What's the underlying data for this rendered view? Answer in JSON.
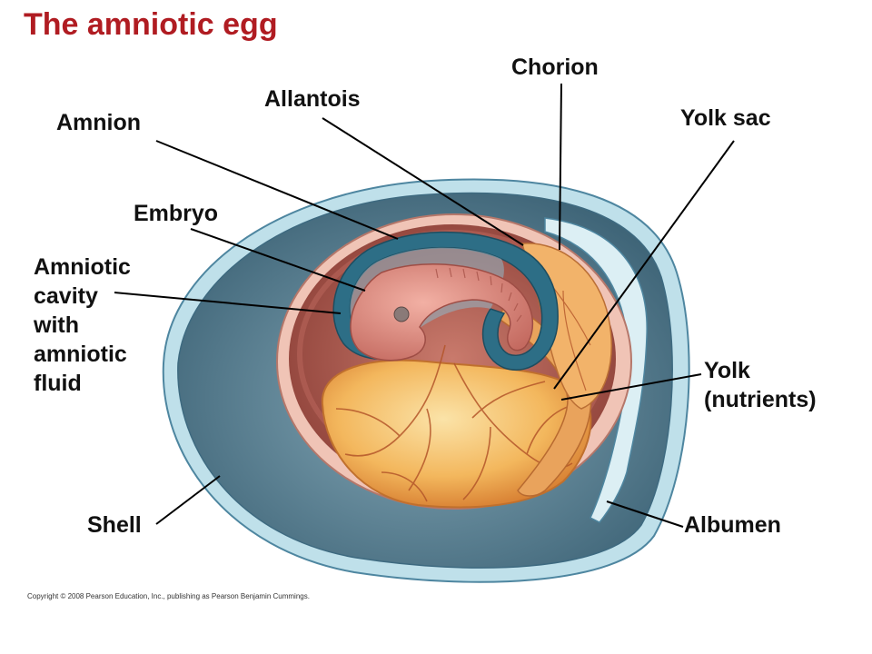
{
  "title": "The amniotic egg",
  "labels": {
    "chorion": "Chorion",
    "allantois": "Allantois",
    "amnion": "Amnion",
    "yolk_sac": "Yolk sac",
    "embryo": "Embryo",
    "amniotic_cavity": [
      "Amniotic",
      "cavity",
      "with",
      "amniotic",
      "fluid"
    ],
    "yolk": [
      "Yolk",
      "(nutrients)"
    ],
    "shell": "Shell",
    "albumen": "Albumen"
  },
  "copyright": "Copyright © 2008 Pearson Education, Inc., publishing as Pearson Benjamin Cummings.",
  "colors": {
    "title": "#b01c22",
    "shell": "#bfe0ea",
    "albumen": "#4b7488",
    "chorion": "#f0c4b6",
    "cavity_red": "#9a4a40",
    "amnion_blue": "#2d6e86",
    "embryo": "#d9847a",
    "yolk": "#f0a24a"
  }
}
